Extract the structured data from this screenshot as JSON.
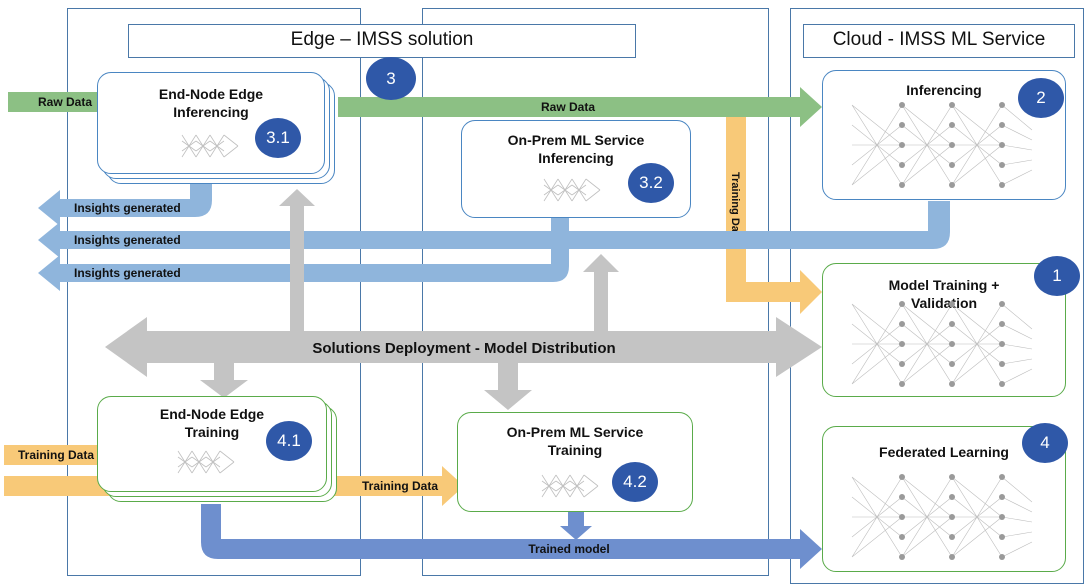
{
  "headers": {
    "edge": "Edge – IMSS solution",
    "cloud": "Cloud - IMSS ML Service"
  },
  "nodes": {
    "end_node_inferencing": "End-Node Edge\nInferencing",
    "onprem_inferencing": "On-Prem ML Service\nInferencing",
    "cloud_inferencing": "Inferencing",
    "model_training": "Model Training +\nValidation",
    "end_node_training": "End-Node Edge\nTraining",
    "onprem_training": "On-Prem ML Service\nTraining",
    "federated_learning": "Federated Learning"
  },
  "badges": {
    "b3": "3",
    "b3_1": "3.1",
    "b3_2": "3.2",
    "b2": "2",
    "b1": "1",
    "b4_1": "4.1",
    "b4_2": "4.2",
    "b4": "4"
  },
  "arrows": {
    "raw_data_in": "Raw Data",
    "raw_data_flow": "Raw Data",
    "training_data_vertical": "Training Data",
    "insights_1": "Insights generated",
    "insights_2": "Insights generated",
    "insights_3": "Insights generated",
    "deployment": "Solutions Deployment - Model Distribution",
    "training_data_in": "Training Data",
    "training_data_flow": "Training Data",
    "trained_model": "Trained model"
  },
  "colors": {
    "column_border": "#4a78a8",
    "badge": "#2f58a8",
    "green_arrow": "#8cc084",
    "blue_arrow": "#8fb5dc",
    "gray_arrow": "#c4c4c4",
    "orange_arrow": "#f8c978",
    "dark_blue_arrow": "#6e8fce"
  }
}
